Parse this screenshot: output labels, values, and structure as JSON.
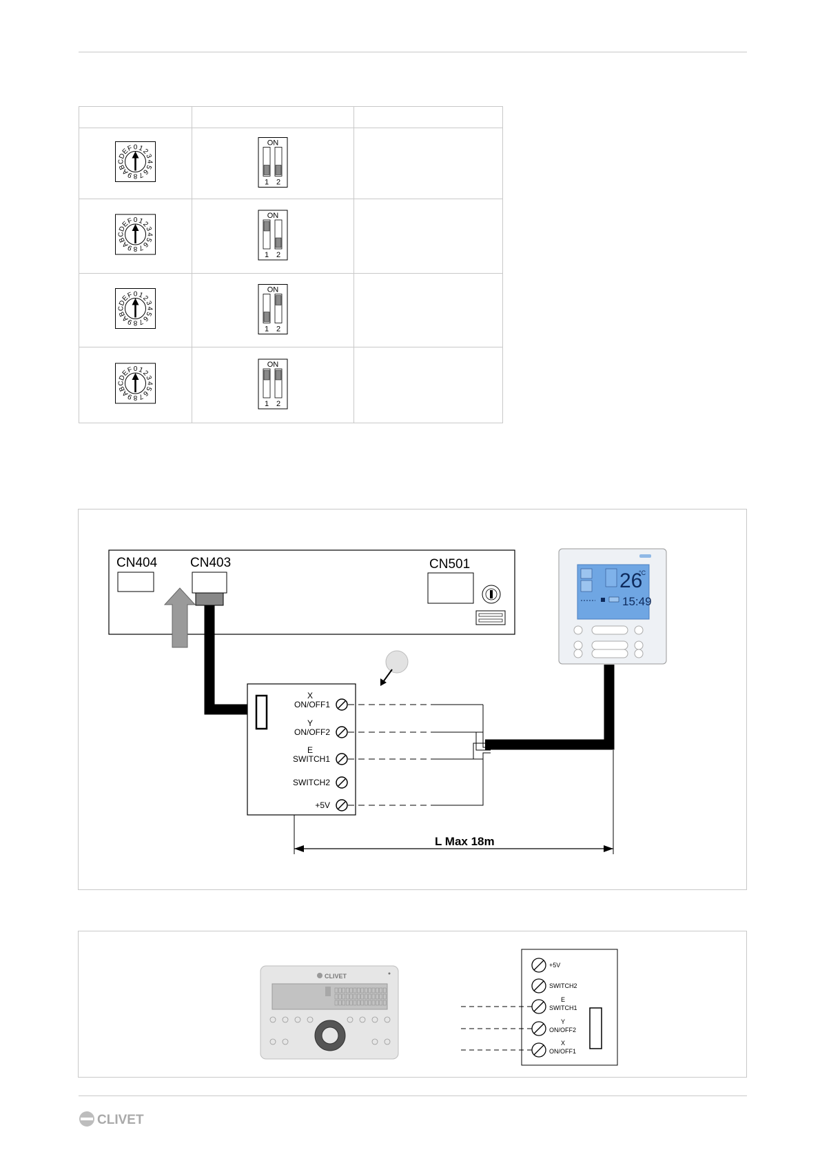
{
  "table": {
    "rows": [
      {
        "rotary_labels": "0123456789ABCDEF",
        "dip_on": "ON",
        "dip_1": "1",
        "dip_2": "2",
        "switch1": "off",
        "switch2": "off"
      },
      {
        "rotary_labels": "0123456789ABCDEF",
        "dip_on": "ON",
        "dip_1": "1",
        "dip_2": "2",
        "switch1": "on",
        "switch2": "off"
      },
      {
        "rotary_labels": "0123456789ABCDEF",
        "dip_on": "ON",
        "dip_1": "1",
        "dip_2": "2",
        "switch1": "off",
        "switch2": "on"
      },
      {
        "rotary_labels": "0123456789ABCDEF",
        "dip_on": "ON",
        "dip_1": "1",
        "dip_2": "2",
        "switch1": "on",
        "switch2": "on"
      }
    ]
  },
  "wiring": {
    "cn404": "CN404",
    "cn403": "CN403",
    "cn501": "CN501",
    "terminals": [
      {
        "top": "X",
        "bottom": "ON/OFF1"
      },
      {
        "top": "Y",
        "bottom": "ON/OFF2"
      },
      {
        "top": "E",
        "bottom": "SWITCH1"
      },
      {
        "top": "",
        "bottom": "SWITCH2"
      },
      {
        "top": "",
        "bottom": "+5V"
      }
    ],
    "length_label": "L Max 18m",
    "display_temp": "26",
    "display_unit": "°C",
    "display_time": "15:49"
  },
  "bottom": {
    "brand": "CLIVET",
    "terminals": [
      {
        "top": "",
        "bottom": "+5V"
      },
      {
        "top": "",
        "bottom": "SWITCH2"
      },
      {
        "top": "E",
        "bottom": "SWITCH1"
      },
      {
        "top": "Y",
        "bottom": "ON/OFF2"
      },
      {
        "top": "X",
        "bottom": "ON/OFF1"
      }
    ]
  },
  "footer": {
    "brand": "CLIVET"
  },
  "colors": {
    "rule": "#c8c8c8",
    "cable": "#000000",
    "arrow": "#9a9a9a"
  }
}
